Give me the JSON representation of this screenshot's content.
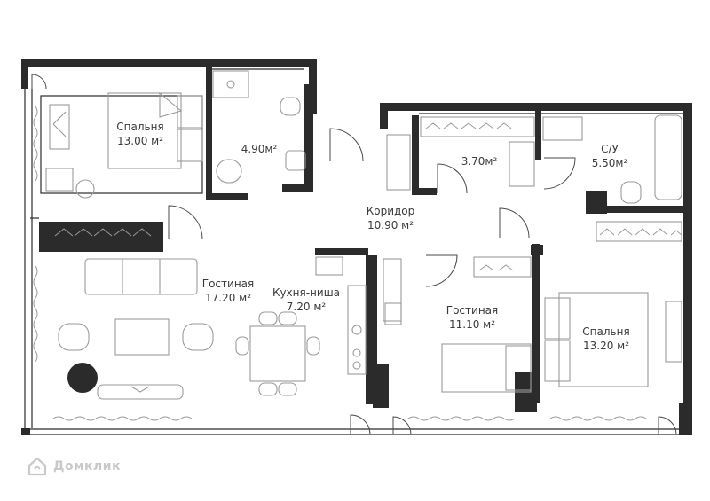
{
  "rooms": [
    {
      "id": "bedroom-1",
      "name": "Спальня",
      "area": "13.00 м²"
    },
    {
      "id": "bathroom-1",
      "name": "",
      "area": "4.90м²"
    },
    {
      "id": "living-1",
      "name": "Гостиная",
      "area": "17.20 м²"
    },
    {
      "id": "kitchen",
      "name": "Кухня-ниша",
      "area": "7.20 м²"
    },
    {
      "id": "corridor",
      "name": "Коридор",
      "area": "10.90 м²"
    },
    {
      "id": "closet",
      "name": "",
      "area": "3.70м²"
    },
    {
      "id": "bathroom-2",
      "name": "С/У",
      "area": "5.50м²"
    },
    {
      "id": "living-2",
      "name": "Гостиная",
      "area": "11.10 м²"
    },
    {
      "id": "bedroom-2",
      "name": "Спальня",
      "area": "13.20 м²"
    }
  ],
  "watermark": {
    "text": "Домклик",
    "icon": "house-logo-icon"
  },
  "colors": {
    "wall": "#2b2b2b",
    "furniture": "#9a9a9a",
    "text": "#3a3a3a",
    "watermark": "#c9c9c9"
  }
}
